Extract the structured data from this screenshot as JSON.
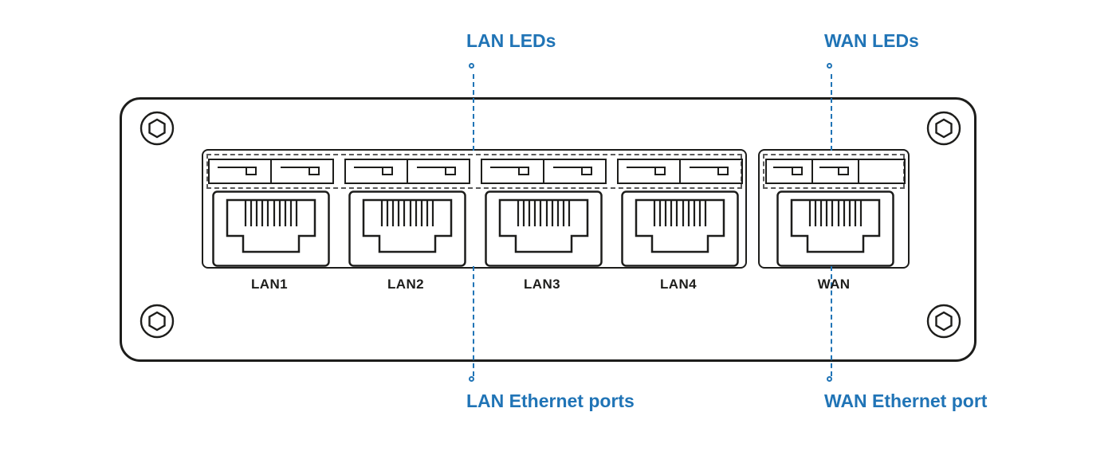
{
  "colors": {
    "accent": "#2074b6",
    "outline": "#1d1d1b"
  },
  "device": {
    "ports": [
      {
        "label": "LAN1"
      },
      {
        "label": "LAN2"
      },
      {
        "label": "LAN3"
      },
      {
        "label": "LAN4"
      },
      {
        "label": "WAN"
      }
    ]
  },
  "callouts": {
    "top_left": "LAN LEDs",
    "top_right": "WAN LEDs",
    "bottom_left": "LAN Ethernet ports",
    "bottom_right": "WAN Ethernet port"
  }
}
